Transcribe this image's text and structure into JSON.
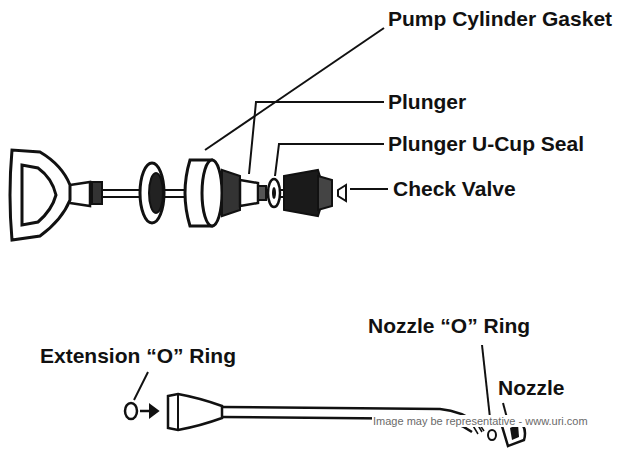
{
  "diagram": {
    "labels": [
      "Pump Cylinder Gasket",
      "Plunger",
      "Plunger U-Cup Seal",
      "Check Valve",
      "Extension “O” Ring",
      "Nozzle “O” Ring",
      "Nozzle",
      "Image may be representative - www.uri.com"
    ]
  }
}
